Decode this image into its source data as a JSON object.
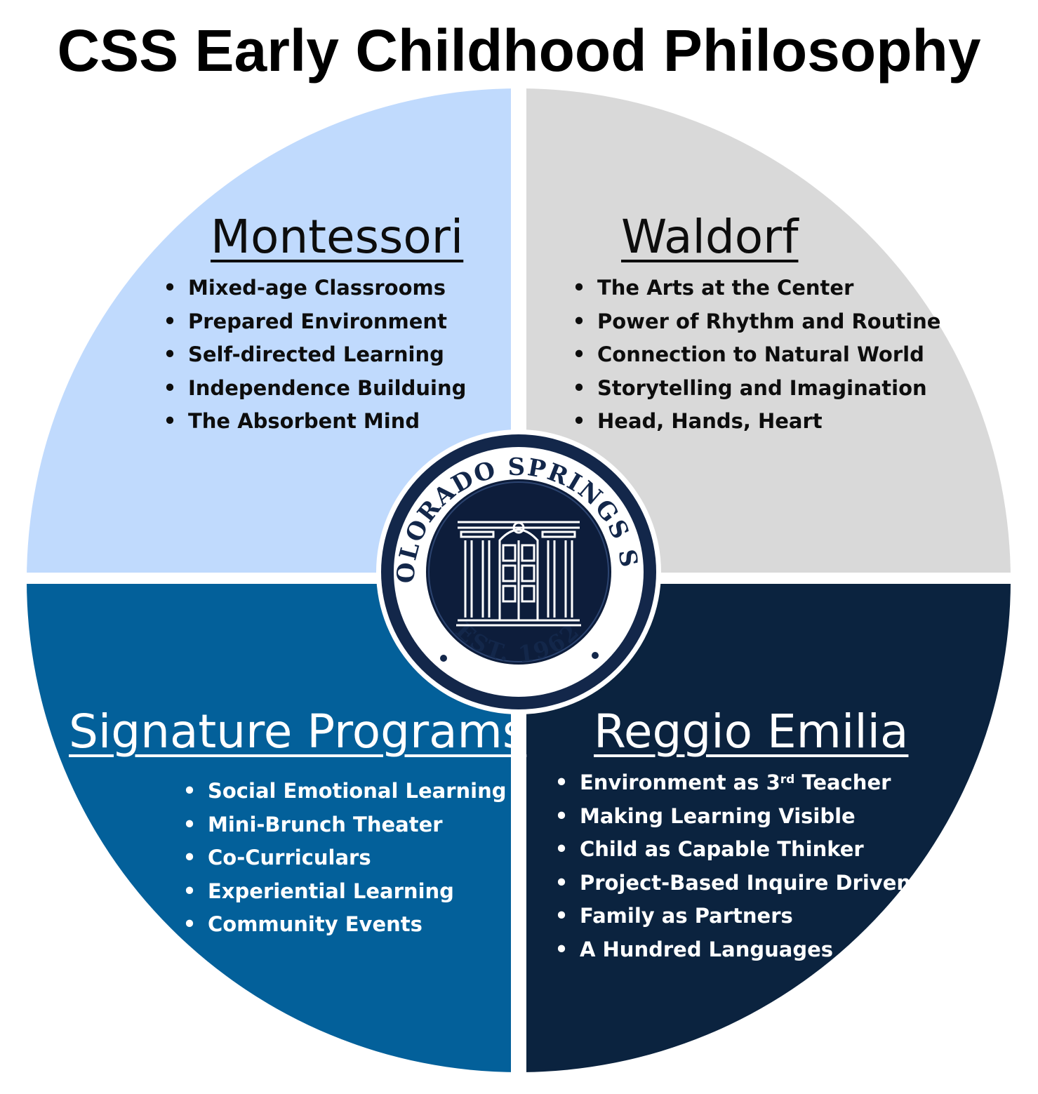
{
  "title": "CSS Early Childhood Philosophy",
  "colors": {
    "montessori_fill": "#c0dafd",
    "waldorf_fill": "#d9d9d9",
    "signature_fill": "#03609a",
    "reggio_fill": "#0b233f",
    "seal_navy": "#0d1d3b",
    "seal_ring": "#1a2e55"
  },
  "quadrants": {
    "montessori": {
      "heading": "Montessori",
      "items": [
        "Mixed-age Classrooms",
        "Prepared Environment",
        "Self-directed Learning",
        "Independence Builduing",
        "The Absorbent Mind"
      ]
    },
    "waldorf": {
      "heading": "Waldorf",
      "items": [
        "The Arts at the Center",
        "Power of Rhythm and Routine",
        "Connection to Natural World",
        "Storytelling and Imagination",
        "Head, Hands, Heart"
      ]
    },
    "signature": {
      "heading": "Signature Programs",
      "items": [
        "Social Emotional Learning",
        "Mini-Brunch Theater",
        "Co-Curriculars",
        "Experiential Learning",
        "Community Events"
      ]
    },
    "reggio": {
      "heading": "Reggio Emilia",
      "item_first_pre": "Environment as 3",
      "item_first_sup": "rd",
      "item_first_post": " Teacher",
      "items": [
        "Making Learning Visible",
        "Child as Capable Thinker",
        "Project-Based Inquire Driven",
        "Family as Partners",
        "A Hundred Languages"
      ]
    }
  },
  "seal": {
    "top_text": "THE COLORADO SPRINGS SCHOOL",
    "bottom_text": "EST. 1962",
    "icon": "school-building-icon"
  },
  "bullet_glyph": "•"
}
